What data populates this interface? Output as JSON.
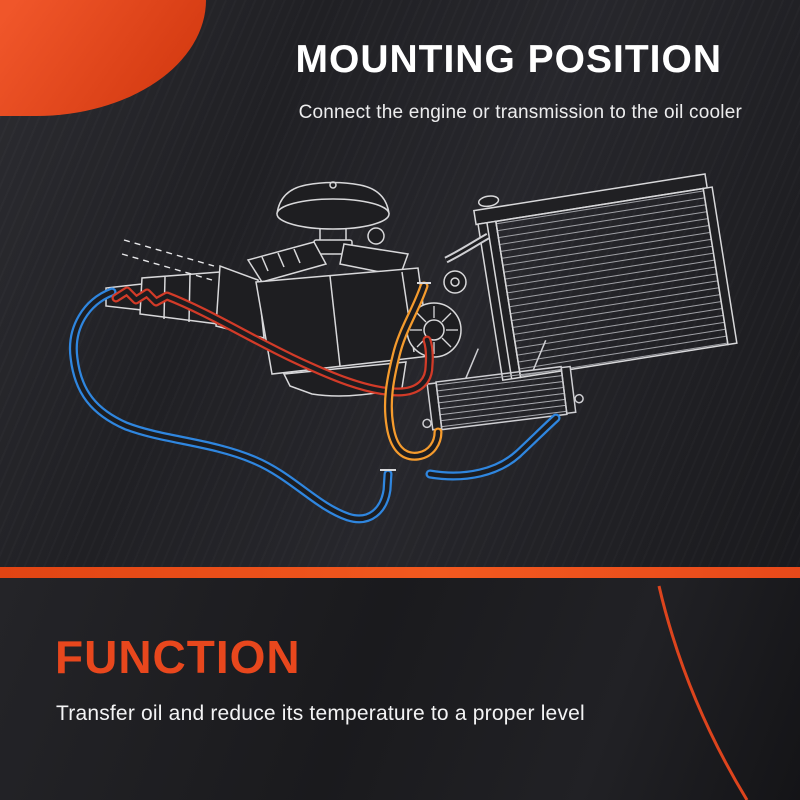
{
  "header": {
    "title": "MOUNTING POSITION",
    "subtitle": "Connect the engine or transmission to the oil cooler"
  },
  "function_section": {
    "title": "FUNCTION",
    "description": "Transfer oil and reduce its temperature to a proper level"
  },
  "diagram": {
    "name": "oil-cooler-mounting-position-diagram",
    "components": [
      "engine",
      "transmission",
      "radiator",
      "oil cooler"
    ],
    "hoses": [
      {
        "name": "red-hose",
        "color": "#d23b28"
      },
      {
        "name": "blue-hose",
        "color": "#2f86df"
      },
      {
        "name": "orange-hose",
        "color": "#f59b2d"
      }
    ]
  },
  "colors": {
    "accent": "#e8471d",
    "background": "#1b1b1e",
    "line_art": "#d8d8da",
    "hose_red": "#d23b28",
    "hose_blue": "#2f86df",
    "hose_orange": "#f59b2d"
  }
}
